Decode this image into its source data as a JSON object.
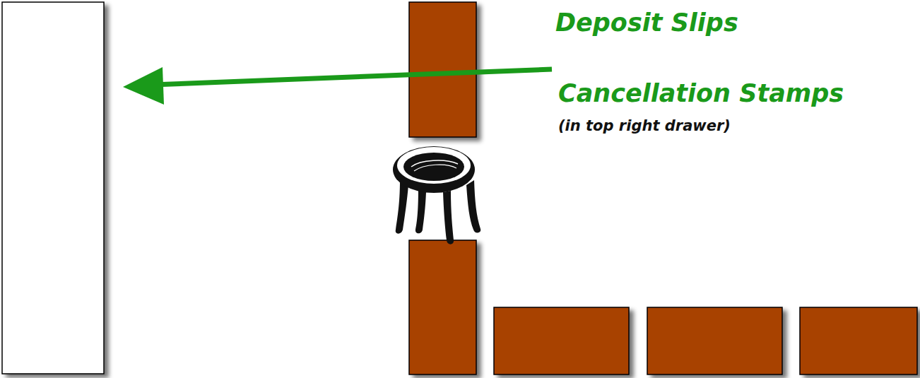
{
  "diagram": {
    "labels": [
      "Deposit Slips",
      "Cancellation Stamps",
      "(in top right drawer)"
    ]
  }
}
